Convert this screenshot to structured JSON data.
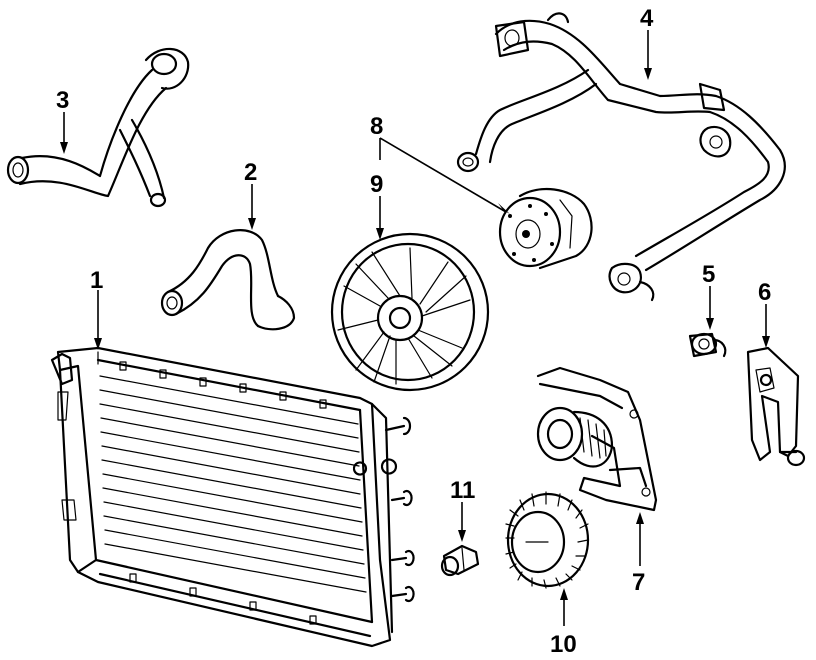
{
  "callouts": [
    {
      "id": "1",
      "text": "1",
      "part": "radiator"
    },
    {
      "id": "2",
      "text": "2",
      "part": "lower-hose"
    },
    {
      "id": "3",
      "text": "3",
      "part": "upper-hose"
    },
    {
      "id": "4",
      "text": "4",
      "part": "heater-hose-assembly"
    },
    {
      "id": "5",
      "text": "5",
      "part": "thermostat-housing-fitting"
    },
    {
      "id": "6",
      "text": "6",
      "part": "bracket"
    },
    {
      "id": "7",
      "text": "7",
      "part": "water-pump"
    },
    {
      "id": "8",
      "text": "8",
      "part": "fan-motor"
    },
    {
      "id": "9",
      "text": "9",
      "part": "fan-blade"
    },
    {
      "id": "10",
      "text": "10",
      "part": "fan-clutch"
    },
    {
      "id": "11",
      "text": "11",
      "part": "temperature-sensor"
    }
  ]
}
